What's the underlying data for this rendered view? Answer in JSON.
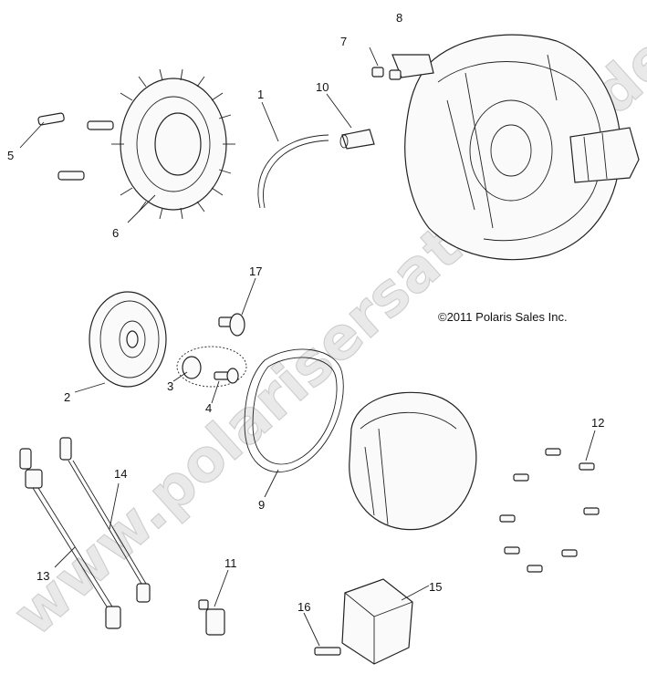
{
  "copyright": "©2011 Polaris Sales Inc.",
  "watermark": "www.polarisersatzteile.de",
  "callouts": {
    "c1": "1",
    "c2": "2",
    "c3": "3",
    "c4": "4",
    "c5": "5",
    "c6": "6",
    "c7": "7",
    "c8": "8",
    "c9": "9",
    "c10": "10",
    "c11": "11",
    "c12": "12",
    "c13": "13",
    "c14": "14",
    "c15": "15",
    "c16": "16",
    "c17": "17"
  }
}
